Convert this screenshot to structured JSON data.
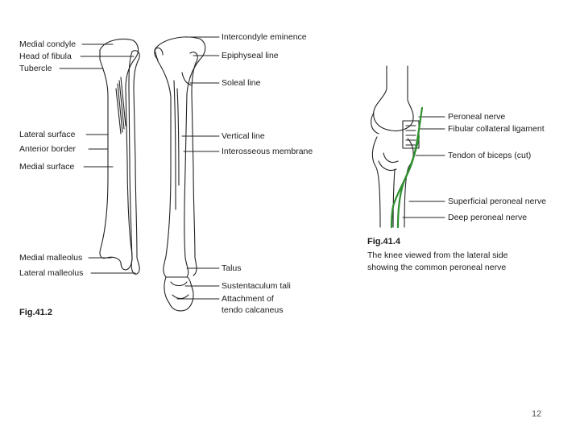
{
  "fig2": {
    "caption": "Fig.41.2",
    "labels_left": [
      "Medial condyle",
      "Head of fibula",
      "Tubercle",
      "Lateral surface",
      "Anterior border",
      "Medial surface",
      "Medial malleolus",
      "Lateral malleolus"
    ],
    "labels_right": [
      "Intercondyle eminence",
      "Epiphyseal line",
      "Soleal line",
      "Vertical line",
      "Interosseous membrane",
      "Talus",
      "Sustentaculum tali",
      "Attachment of",
      "tendo calcaneus"
    ]
  },
  "fig4": {
    "caption": "Fig.41.4",
    "description_line1": "The knee viewed from the lateral side",
    "description_line2": "showing the common peroneal nerve",
    "labels": [
      "Peroneal nerve",
      "Fibular collateral ligament",
      "Tendon of biceps (cut)",
      "Superficial peroneal nerve",
      "Deep peroneal nerve"
    ],
    "nerve_color": "#2f8f2f"
  },
  "page_number": "12"
}
